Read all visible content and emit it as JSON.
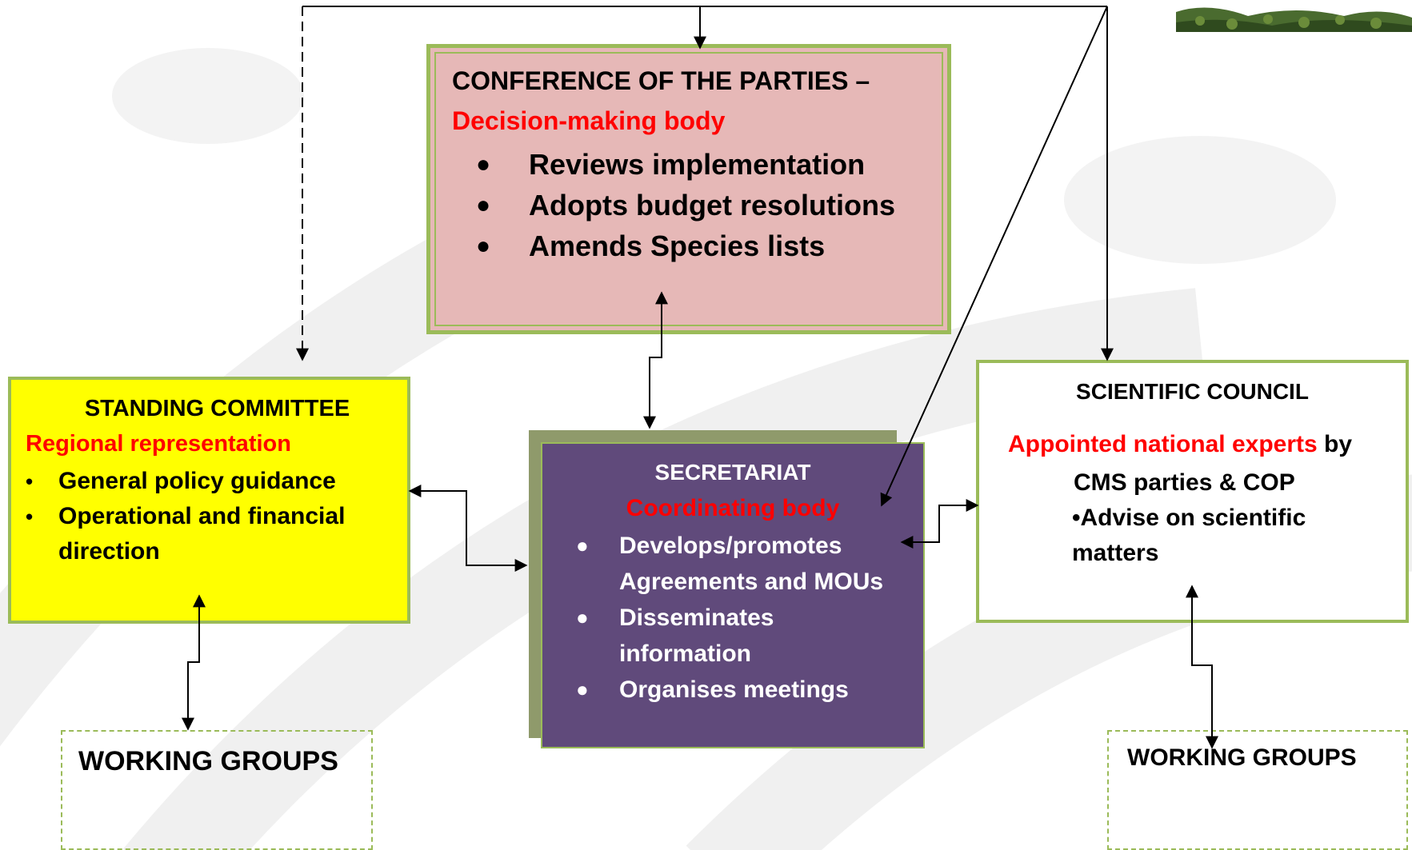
{
  "cop": {
    "title": "CONFERENCE OF THE PARTIES –",
    "subtitle": "Decision-making body",
    "items": [
      "Reviews implementation",
      "Adopts budget resolutions",
      "Amends Species lists"
    ]
  },
  "standing_committee": {
    "title": "STANDING COMMITTEE",
    "subtitle": "Regional representation",
    "items": [
      "General policy guidance",
      "Operational and financial",
      "direction"
    ]
  },
  "secretariat": {
    "title": "SECRETARIAT",
    "subtitle": "Coordinating body",
    "items": [
      "Develops/promotes",
      "Agreements and MOUs",
      "Disseminates",
      "information",
      "Organises meetings"
    ]
  },
  "scientific_council": {
    "title": "SCIENTIFIC COUNCIL",
    "line1_red": "Appointed national experts",
    "line1_rest": " by",
    "line2": "CMS parties  & COP",
    "line3": "•Advise on scientific",
    "line4": "matters"
  },
  "working_groups_left": {
    "label": "WORKING GROUPS"
  },
  "working_groups_right": {
    "label": "WORKING GROUPS"
  },
  "colors": {
    "cop_fill": "#e6b8b7",
    "standing_fill": "#ffff00",
    "secretariat_fill": "#604a7b",
    "border_green": "#9bbb59",
    "highlight_red": "#ff0000"
  }
}
